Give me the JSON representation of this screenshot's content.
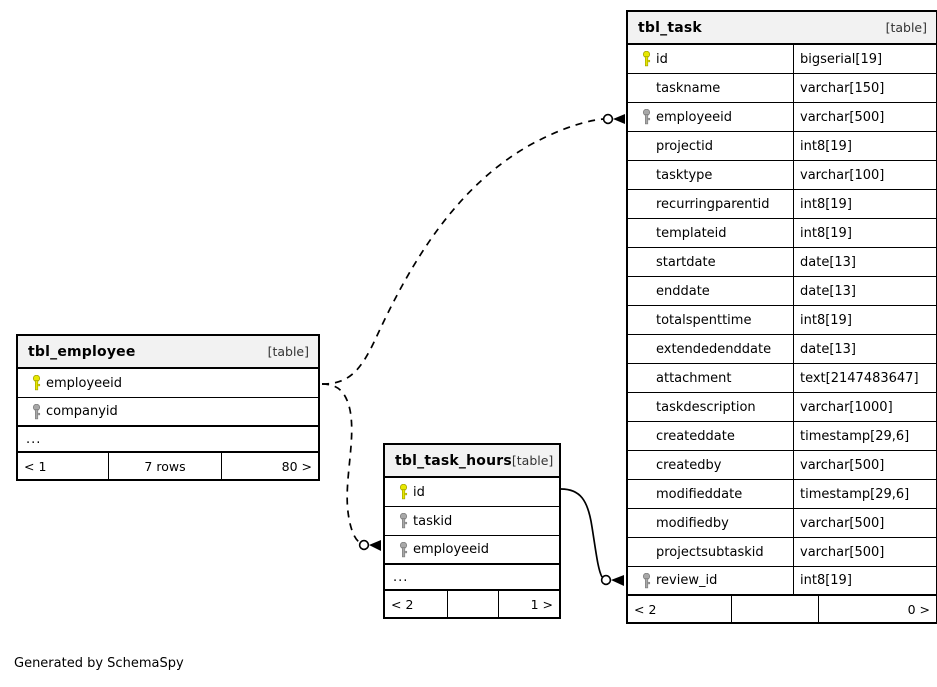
{
  "diagram": {
    "kind_label": "[table]",
    "caption": "Generated by SchemaSpy",
    "colors": {
      "primary_key": "#e8e800",
      "foreign_key": "#a8a8a8",
      "border": "#000000",
      "header_background": "#f2f2f2",
      "canvas_background": "#ffffff"
    }
  },
  "tables": {
    "tbl_task": {
      "name": "tbl_task",
      "kind": "[table]",
      "columns": [
        {
          "key": "primary",
          "name": "id",
          "type": "bigserial[19]"
        },
        {
          "key": "none",
          "name": "taskname",
          "type": "varchar[150]"
        },
        {
          "key": "foreign",
          "name": "employeeid",
          "type": "varchar[500]"
        },
        {
          "key": "none",
          "name": "projectid",
          "type": "int8[19]"
        },
        {
          "key": "none",
          "name": "tasktype",
          "type": "varchar[100]"
        },
        {
          "key": "none",
          "name": "recurringparentid",
          "type": "int8[19]"
        },
        {
          "key": "none",
          "name": "templateid",
          "type": "int8[19]"
        },
        {
          "key": "none",
          "name": "startdate",
          "type": "date[13]"
        },
        {
          "key": "none",
          "name": "enddate",
          "type": "date[13]"
        },
        {
          "key": "none",
          "name": "totalspenttime",
          "type": "int8[19]"
        },
        {
          "key": "none",
          "name": "extendedenddate",
          "type": "date[13]"
        },
        {
          "key": "none",
          "name": "attachment",
          "type": "text[2147483647]"
        },
        {
          "key": "none",
          "name": "taskdescription",
          "type": "varchar[1000]"
        },
        {
          "key": "none",
          "name": "createddate",
          "type": "timestamp[29,6]"
        },
        {
          "key": "none",
          "name": "createdby",
          "type": "varchar[500]"
        },
        {
          "key": "none",
          "name": "modifieddate",
          "type": "timestamp[29,6]"
        },
        {
          "key": "none",
          "name": "modifiedby",
          "type": "varchar[500]"
        },
        {
          "key": "none",
          "name": "projectsubtaskid",
          "type": "varchar[500]"
        },
        {
          "key": "foreign",
          "name": "review_id",
          "type": "int8[19]"
        }
      ],
      "footer": {
        "left": "< 2",
        "middle": "",
        "right": "0 >"
      }
    },
    "tbl_employee": {
      "name": "tbl_employee",
      "kind": "[table]",
      "columns": [
        {
          "key": "primary",
          "name": "employeeid",
          "type": ""
        },
        {
          "key": "foreign",
          "name": "companyid",
          "type": ""
        }
      ],
      "ellipsis": "...",
      "footer": {
        "left": "< 1",
        "middle": "7 rows",
        "right": "80 >"
      }
    },
    "tbl_task_hours": {
      "name": "tbl_task_hours",
      "kind": "[table]",
      "columns": [
        {
          "key": "primary",
          "name": "id",
          "type": ""
        },
        {
          "key": "foreign",
          "name": "taskid",
          "type": ""
        },
        {
          "key": "foreign",
          "name": "employeeid",
          "type": ""
        }
      ],
      "ellipsis": "...",
      "footer": {
        "left": "< 2",
        "middle": "",
        "right": "1 >"
      }
    }
  },
  "relationships": [
    {
      "from_table": "tbl_employee",
      "from_column": "employeeid",
      "to_table": "tbl_task",
      "to_column": "employeeid",
      "style": "dashed"
    },
    {
      "from_table": "tbl_employee",
      "from_column": "employeeid",
      "to_table": "tbl_task_hours",
      "to_column": "employeeid",
      "style": "dashed"
    },
    {
      "from_table": "tbl_task_hours",
      "from_column": "id",
      "to_table": "tbl_task",
      "to_column": "review_id",
      "style": "solid"
    }
  ]
}
